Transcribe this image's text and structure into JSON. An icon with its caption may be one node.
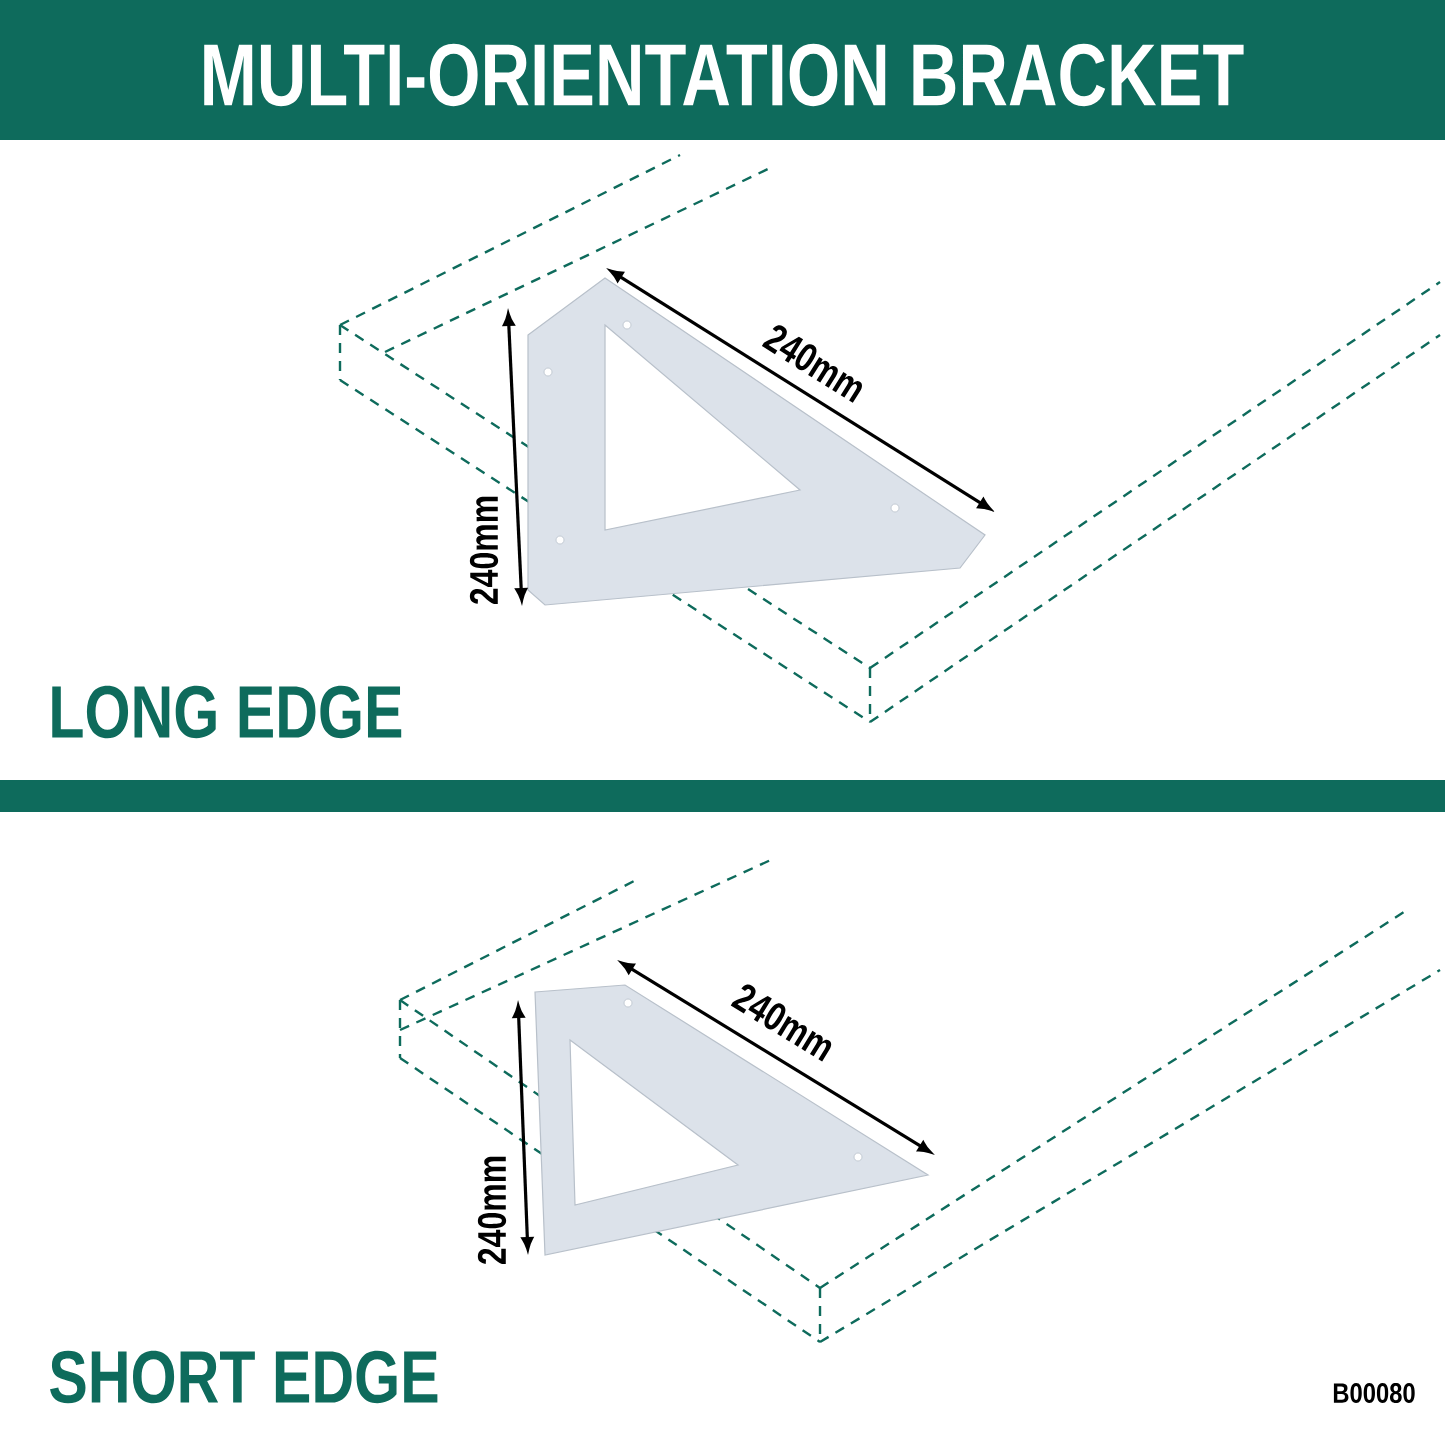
{
  "diagram": {
    "title": "MULTI-ORIENTATION BRACKET",
    "nodes": [
      {
        "text": [],
        "shape": "bar"
      }
    ],
    "labels": [
      "240mm",
      "240mm",
      "LONG EDGE",
      "240mm",
      "240mm",
      "SHORT EDGE",
      "B00080"
    ]
  }
}
